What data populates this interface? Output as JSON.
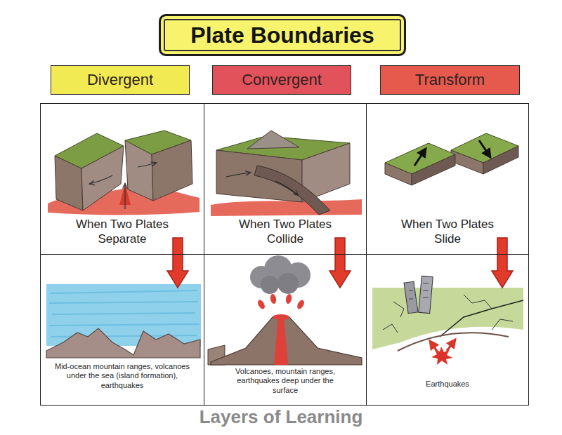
{
  "diagram": {
    "title": "Plate Boundaries",
    "nodes": [
      {
        "text": [
          "Divergent"
        ]
      },
      {
        "text": [
          "Convergent"
        ]
      },
      {
        "text": [
          "Transform"
        ]
      },
      {
        "text": [
          "When Two Plates Separate"
        ]
      },
      {
        "text": [
          "When Two Plates Collide"
        ]
      },
      {
        "text": [
          "When Two Plates Slide"
        ]
      },
      {
        "text": [
          "Mid-ocean mountain ranges, volcanoes under the sea (island formation), earthquakes"
        ]
      },
      {
        "text": [
          "Volcanoes, mountain ranges, earthquakes deep under the surface"
        ]
      },
      {
        "text": [
          "Earthquakes"
        ]
      }
    ],
    "edges": [
      {
        "from": 3,
        "to": 6,
        "arrow": "to"
      },
      {
        "from": 4,
        "to": 7,
        "arrow": "to"
      },
      {
        "from": 5,
        "to": 8,
        "arrow": "to"
      }
    ],
    "labels": [
      "Layers of Learning"
    ]
  }
}
